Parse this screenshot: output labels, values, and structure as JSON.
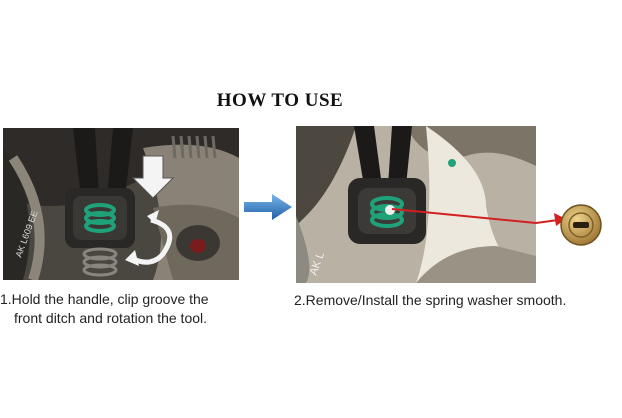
{
  "header": {
    "title": "HOW TO USE"
  },
  "steps": [
    {
      "caption_line1": "1.Hold the handle, clip groove the",
      "caption_line2": "front ditch and rotation the tool."
    },
    {
      "caption_line1": "2.Remove/Install the spring washer smooth."
    }
  ],
  "icons": {
    "step_arrow": "right-arrow-icon",
    "press_arrow": "down-arrow-icon",
    "rotate_arrow": "rotate-arrow-icon",
    "pointer_arrow": "red-pointer-arrow"
  },
  "colors": {
    "arrow_blue": "#2f78c0",
    "pointer_red": "#d21f1f",
    "spring_green": "#1fa27a",
    "washer_gold": "#c8a04a"
  }
}
